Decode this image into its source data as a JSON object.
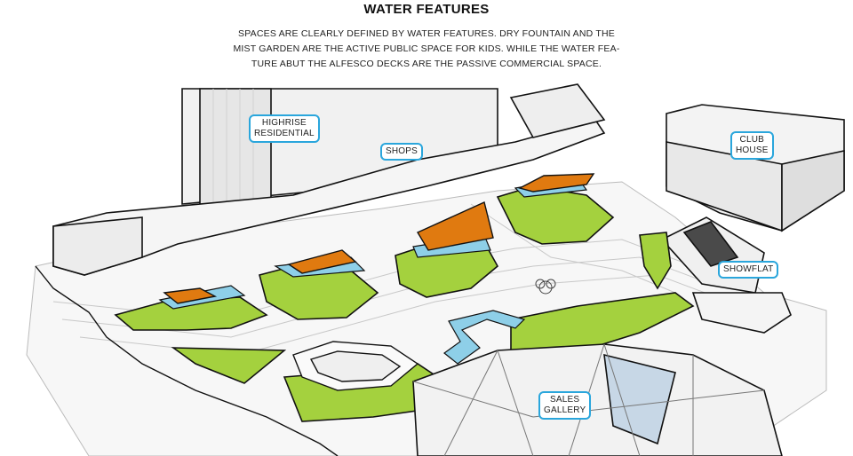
{
  "header": {
    "title": "WATER FEATURES",
    "description_lines": [
      "SPACES ARE CLEARLY DEFINED BY WATER FEATURES. DRY FOUNTAIN AND THE",
      "MIST GARDEN ARE THE ACTIVE PUBLIC SPACE FOR KIDS. WHILE THE WATER FEA-",
      "TURE ABUT THE ALFESCO DECKS ARE THE PASSIVE COMMERCIAL SPACE."
    ]
  },
  "labels": {
    "highrise": [
      "HIGHRISE",
      "RESIDENTIAL"
    ],
    "shops": "SHOPS",
    "clubhouse": [
      "CLUB",
      "HOUSE"
    ],
    "showflat": "SHOWFLAT",
    "sales_gallery": [
      "SALES",
      "GALLERY"
    ]
  },
  "colors": {
    "lawn": "#a4d13e",
    "deck": "#e07a10",
    "water": "#8ecfe8",
    "callout_border": "#2aa6dc",
    "building": "#f2f2f2",
    "outline": "#111111"
  }
}
